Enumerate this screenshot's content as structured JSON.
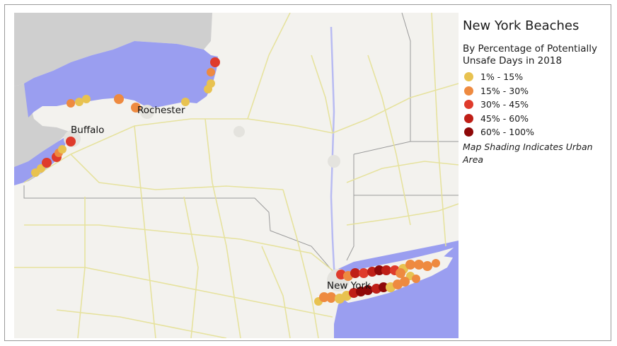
{
  "legend": {
    "title": "New York Beaches",
    "subtitle": "By Percentage of Potentially Unsafe Days in 2018",
    "items": [
      {
        "label": "1% - 15%",
        "color": "#e8c250"
      },
      {
        "label": "15% - 30%",
        "color": "#ee8a40"
      },
      {
        "label": "30% - 45%",
        "color": "#df3b2c"
      },
      {
        "label": "45% - 60%",
        "color": "#bf1f17"
      },
      {
        "label": "60% - 100%",
        "color": "#8e0808"
      }
    ],
    "note": "Map Shading Indicates Urban Area"
  },
  "map": {
    "labels": {
      "buffalo": "Buffalo",
      "rochester": "Rochester",
      "new_york": "New York"
    },
    "colors": {
      "water": "#9a9ef0",
      "land": "#f3f2ee",
      "canada": "#cfcfcf",
      "roads": "#e6e29a",
      "borders": "#9a9a9a"
    }
  }
}
